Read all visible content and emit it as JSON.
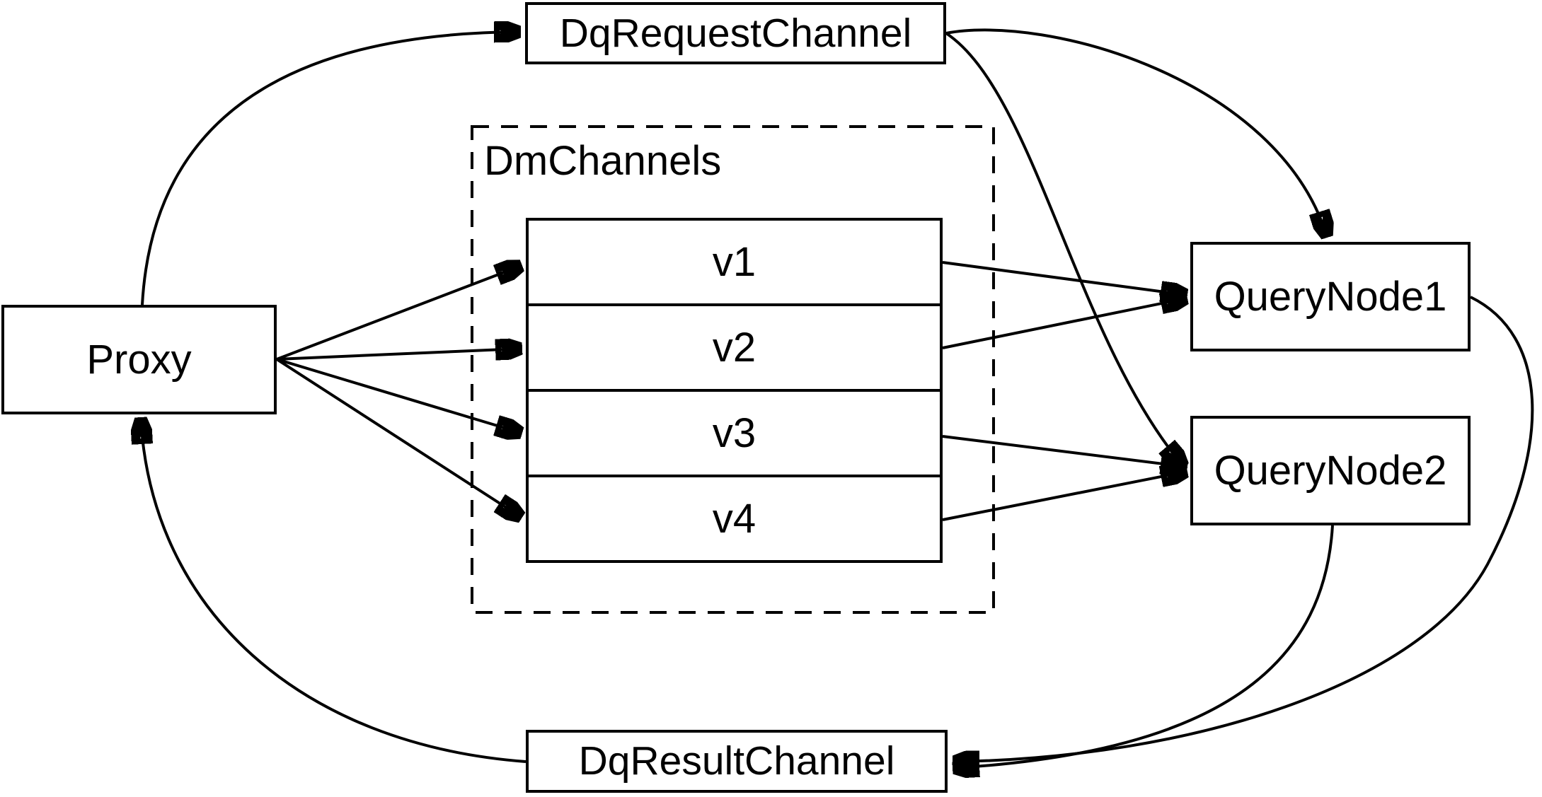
{
  "diagram": {
    "colors": {
      "background": "#ffffff",
      "line": "#000000",
      "text": "#000000"
    },
    "nodes": {
      "proxy": {
        "label": "Proxy"
      },
      "dq_request_channel": {
        "label": "DqRequestChannel"
      },
      "dm_channels": {
        "label": "DmChannels",
        "channels": [
          {
            "label": "v1"
          },
          {
            "label": "v2"
          },
          {
            "label": "v3"
          },
          {
            "label": "v4"
          }
        ]
      },
      "query_node_1": {
        "label": "QueryNode1"
      },
      "query_node_2": {
        "label": "QueryNode2"
      },
      "dq_result_channel": {
        "label": "DqResultChannel"
      }
    },
    "edges": [
      {
        "from": "Proxy",
        "to": "DqRequestChannel"
      },
      {
        "from": "DqRequestChannel",
        "to": "QueryNode1"
      },
      {
        "from": "DqRequestChannel",
        "to": "QueryNode2"
      },
      {
        "from": "Proxy",
        "to": "v1"
      },
      {
        "from": "Proxy",
        "to": "v2"
      },
      {
        "from": "Proxy",
        "to": "v3"
      },
      {
        "from": "Proxy",
        "to": "v4"
      },
      {
        "from": "v1",
        "to": "QueryNode1"
      },
      {
        "from": "v2",
        "to": "QueryNode1"
      },
      {
        "from": "v3",
        "to": "QueryNode2"
      },
      {
        "from": "v4",
        "to": "QueryNode2"
      },
      {
        "from": "QueryNode1",
        "to": "DqResultChannel"
      },
      {
        "from": "QueryNode2",
        "to": "DqResultChannel"
      },
      {
        "from": "DqResultChannel",
        "to": "Proxy"
      }
    ]
  }
}
